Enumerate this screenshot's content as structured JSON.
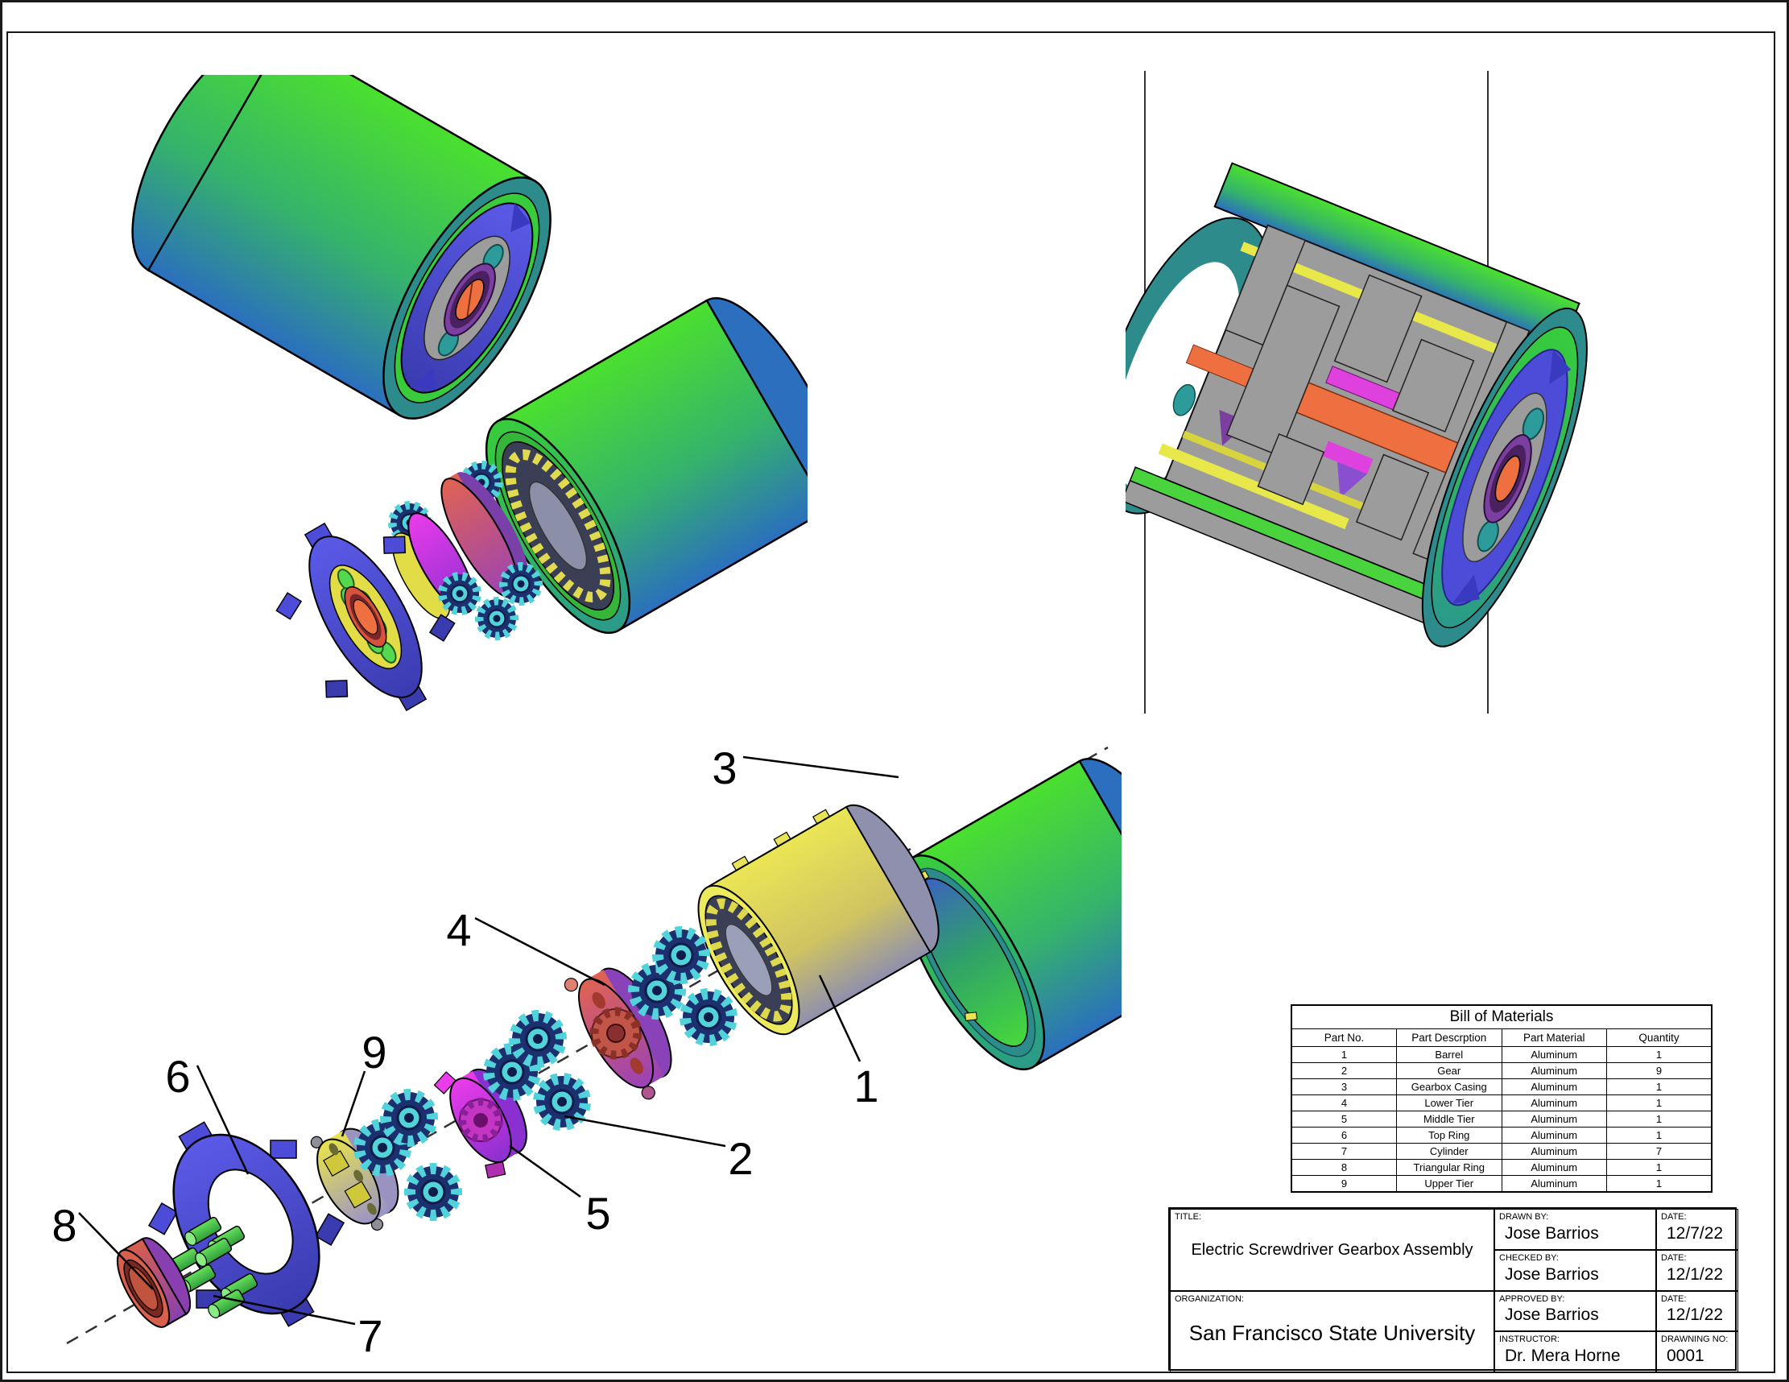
{
  "sheet": {
    "kind": "engineering-drawing"
  },
  "callouts": {
    "c1": "1",
    "c2": "2",
    "c3": "3",
    "c4": "4",
    "c5": "5",
    "c6": "6",
    "c7": "7",
    "c8": "8",
    "c9": "9"
  },
  "bom": {
    "title": "Bill of Materials",
    "headers": [
      "Part No.",
      "Part Descrption",
      "Part Material",
      "Quantity"
    ],
    "rows": [
      {
        "no": "1",
        "desc": "Barrel",
        "material": "Aluminum",
        "qty": "1"
      },
      {
        "no": "2",
        "desc": "Gear",
        "material": "Aluminum",
        "qty": "9"
      },
      {
        "no": "3",
        "desc": "Gearbox Casing",
        "material": "Aluminum",
        "qty": "1"
      },
      {
        "no": "4",
        "desc": "Lower Tier",
        "material": "Aluminum",
        "qty": "1"
      },
      {
        "no": "5",
        "desc": "Middle Tier",
        "material": "Aluminum",
        "qty": "1"
      },
      {
        "no": "6",
        "desc": "Top Ring",
        "material": "Aluminum",
        "qty": "1"
      },
      {
        "no": "7",
        "desc": "Cylinder",
        "material": "Aluminum",
        "qty": "7"
      },
      {
        "no": "8",
        "desc": "Triangular Ring",
        "material": "Aluminum",
        "qty": "1"
      },
      {
        "no": "9",
        "desc": "Upper Tier",
        "material": "Aluminum",
        "qty": "1"
      }
    ]
  },
  "title_block": {
    "title_label": "TITLE:",
    "title_value": "Electric Screwdriver Gearbox Assembly",
    "organization_label": "ORGANIZATION:",
    "organization_value": "San Francisco State University",
    "drawn_by_label": "DRAWN BY:",
    "drawn_by_value": "Jose Barrios",
    "drawn_date_label": "DATE:",
    "drawn_date_value": "12/7/22",
    "checked_by_label": "CHECKED BY:",
    "checked_by_value": "Jose Barrios",
    "checked_date_label": "DATE:",
    "checked_date_value": "12/1/22",
    "approved_by_label": "APPROVED BY:",
    "approved_date_label": "DATE:",
    "approved_by_value": "Jose Barrios",
    "approved_date_value": "12/1/22",
    "instructor_label": "INSTRUCTOR:",
    "instructor_value": "Dr. Mera Horne",
    "drawing_no_label": "DRAWNING NO:",
    "drawing_no_value": "0001"
  },
  "colors": {
    "casing_green": "#44e22e",
    "casing_blue": "#2b6fbe",
    "casing_teal": "#2e8b8b",
    "barrel_yellow": "#eae655",
    "gear_teal": "#52d2da",
    "gear_navy": "#1c2f6e",
    "lower_tier_red": "#e06352",
    "middle_tier_magenta": "#ea3cea",
    "upper_tier_yellow": "#e8e34c",
    "top_ring_blue": "#4c4cd8",
    "cylinder_green": "#55d84f",
    "triangular_ring_red": "#d9604d",
    "shaft_orange": "#ee7040",
    "section_gray": "#9c9c9c",
    "accent_purple": "#7b3fa0"
  }
}
